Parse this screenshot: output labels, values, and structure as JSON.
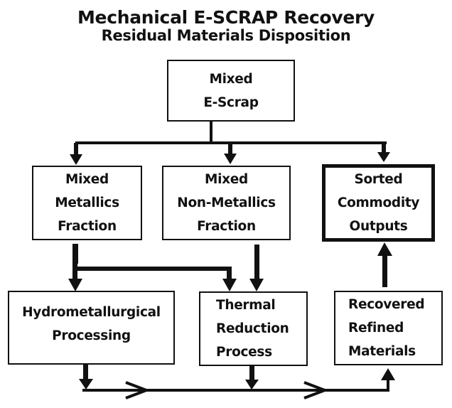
{
  "title": {
    "line1": "Mechanical E-SCRAP Recovery",
    "line2": "Residual Materials Disposition"
  },
  "nodes": {
    "mixed_escrap": {
      "lines": [
        "Mixed",
        "E-Scrap"
      ]
    },
    "metallics": {
      "lines": [
        "Mixed",
        "Metallics",
        "Fraction"
      ]
    },
    "non_metallics": {
      "lines": [
        "Mixed",
        "Non-Metallics",
        "Fraction"
      ]
    },
    "sorted_outputs": {
      "lines": [
        "Sorted",
        "Commodity",
        "Outputs"
      ],
      "emphasis": "thick-border"
    },
    "hydrometallurgical": {
      "lines": [
        "Hydrometallurgical",
        "Processing"
      ]
    },
    "thermal": {
      "lines": [
        "Thermal",
        "Reduction",
        "Process"
      ]
    },
    "recovered": {
      "lines": [
        "Recovered",
        "Refined",
        "Materials"
      ]
    }
  },
  "edges": [
    {
      "from": "mixed_escrap",
      "to": "metallics"
    },
    {
      "from": "mixed_escrap",
      "to": "non_metallics"
    },
    {
      "from": "mixed_escrap",
      "to": "sorted_outputs"
    },
    {
      "from": "metallics",
      "to": "hydrometallurgical"
    },
    {
      "from": "metallics",
      "to": "thermal"
    },
    {
      "from": "non_metallics",
      "to": "thermal"
    },
    {
      "from": "hydrometallurgical",
      "to": "recovered"
    },
    {
      "from": "thermal",
      "to": "recovered"
    },
    {
      "from": "recovered",
      "to": "sorted_outputs"
    }
  ],
  "colors": {
    "ink": "#111111",
    "background": "#ffffff"
  }
}
